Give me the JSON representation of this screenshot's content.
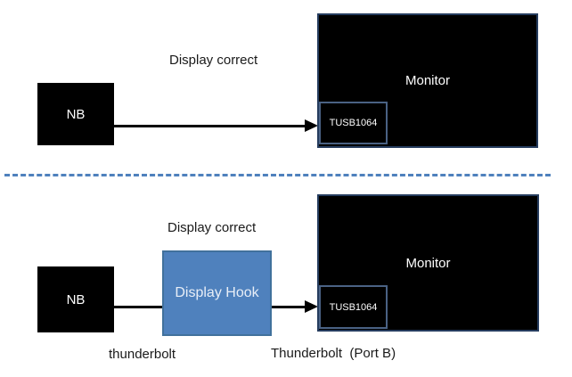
{
  "diagram": {
    "top_panel": {
      "caption": "Display correct",
      "nb_label": "NB",
      "monitor_label": "Monitor",
      "tusb_label": "TUSB1064"
    },
    "bottom_panel": {
      "caption": "Display correct",
      "nb_label": "NB",
      "hook_label": "Display Hook",
      "monitor_label": "Monitor",
      "tusb_label": "TUSB1064",
      "cable_left_label": "thunderbolt",
      "cable_right_label": "Thunderbolt  (Port B)"
    },
    "colors": {
      "node_fill": "#000000",
      "monitor_border": "#253c5e",
      "tusb_border": "#4a6284",
      "hook_fill": "#4f81bd",
      "hook_border": "#41719c",
      "hook_text": "#e8eef7",
      "divider_dash": "#4f81bd",
      "connector": "#000000",
      "background": "#ffffff"
    }
  }
}
